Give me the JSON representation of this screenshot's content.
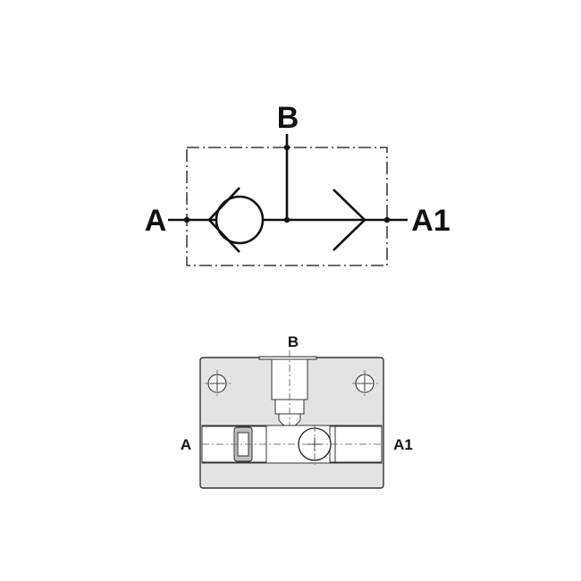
{
  "symbol": {
    "port_top": "B",
    "port_left": "A",
    "port_right": "A1"
  },
  "section": {
    "port_top": "B",
    "port_left": "A",
    "port_right": "A1"
  },
  "colors": {
    "line": "#111111",
    "body_fill": "#e3e3e3",
    "bore_fill": "#ffffff",
    "insert_fill": "#bdbdbd"
  }
}
